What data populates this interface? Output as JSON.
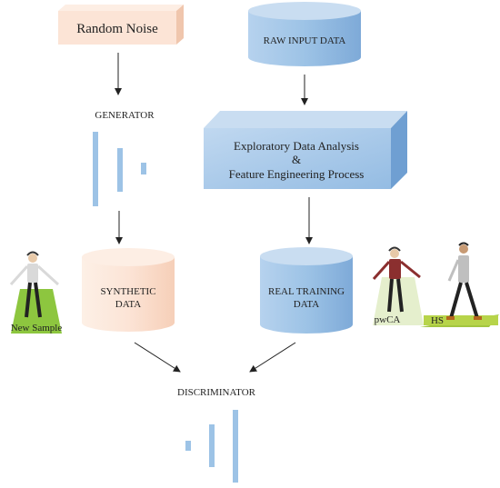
{
  "diagram": {
    "random_noise": "Random Noise",
    "raw_input": "RAW INPUT DATA",
    "generator": "GENERATOR",
    "eda_line1": "Exploratory Data Analysis",
    "eda_line2": "&",
    "eda_line3": "Feature Engineering Process",
    "synthetic_line1": "SYNTHETIC",
    "synthetic_line2": "DATA",
    "real_line1": "REAL TRAINING",
    "real_line2": "DATA",
    "discriminator": "DISCRIMINATOR",
    "new_sample": "New Sample",
    "pwca": "pwCA",
    "hs": "HS"
  },
  "colors": {
    "peach": "#fce4d6",
    "peach_side": "#f4c9b0",
    "blue": "#9dc3e6",
    "blue_dark": "#7aa7d6",
    "blue_top": "#c9ddf1",
    "green": "#8dc63f",
    "green_light": "#d9e9b6"
  }
}
